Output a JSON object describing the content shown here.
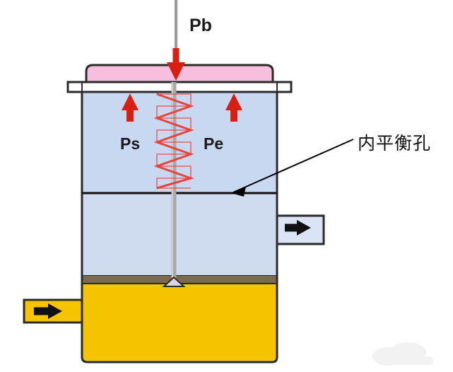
{
  "diagram": {
    "title_labels": {
      "pb": "Pb",
      "ps": "Ps",
      "pe": "Pe",
      "internal_balance_hole": "内平衡孔"
    },
    "colors": {
      "upper_chamber_fill": "#c8d8f0",
      "cap_fill": "#f7bedd",
      "body_outline": "#2b2b2b",
      "lower_fluid_fill": "#f5c400",
      "seat_band_fill": "#7a6a4f",
      "arrow_red": "#d81f12",
      "spring_red": "#e8443b",
      "stem_gray": "#9a9a9a",
      "port_fill": "#d9e2f3",
      "leader_line": "#000000"
    },
    "parts": [
      {
        "name": "inlet-port-arrow",
        "direction": "right"
      },
      {
        "name": "outlet-port-arrow",
        "direction": "right"
      },
      {
        "name": "pressure-arrow-left",
        "direction": "up"
      },
      {
        "name": "pressure-arrow-right",
        "direction": "up"
      },
      {
        "name": "pilot-pressure-arrow",
        "direction": "down"
      },
      {
        "name": "spring",
        "turns": 9
      },
      {
        "name": "valve-stem"
      },
      {
        "name": "diaphragm-line"
      },
      {
        "name": "valve-plug"
      }
    ]
  }
}
